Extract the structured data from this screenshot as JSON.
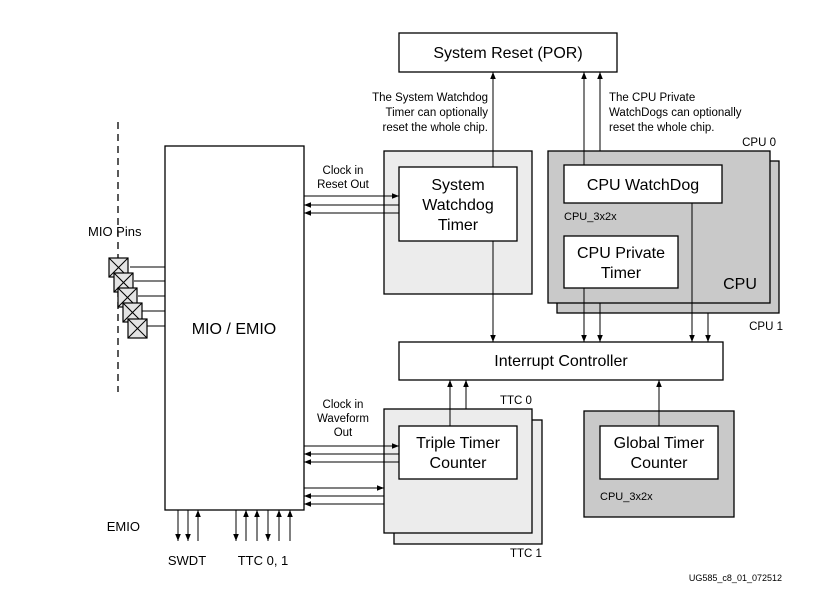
{
  "blocks": {
    "system_reset": "System Reset (POR)",
    "swdt_line1": "System",
    "swdt_line2": "Watchdog",
    "swdt_line3": "Timer",
    "cpu_watchdog": "CPU WatchDog",
    "cpu_private_line1": "CPU Private",
    "cpu_private_line2": "Timer",
    "cpu": "CPU",
    "interrupt_controller": "Interrupt Controller",
    "ttc_line1": "Triple Timer",
    "ttc_line2": "Counter",
    "global_timer_line1": "Global Timer",
    "global_timer_line2": "Counter",
    "mio_emio": "MIO / EMIO"
  },
  "labels": {
    "cpu0": "CPU 0",
    "cpu1": "CPU 1",
    "cpu_clock_1": "CPU_3x2x",
    "cpu_clock_2": "CPU_3x2x",
    "ttc0": "TTC 0",
    "ttc1": "TTC 1",
    "mio_pins": "MIO Pins",
    "emio": "EMIO",
    "swdt": "SWDT",
    "ttc01": "TTC 0, 1",
    "clock_in_reset_out_1": "Clock in",
    "clock_in_reset_out_2": "Reset Out",
    "clock_in_waveform_1": "Clock in",
    "clock_in_waveform_2": "Waveform",
    "clock_in_waveform_3": "Out",
    "figure_id": "UG585_c8_01_072512"
  },
  "notes": {
    "swdt_note_1": "The System Watchdog",
    "swdt_note_2": "Timer can optionally",
    "swdt_note_3": "reset the whole chip.",
    "cpu_note_1": "The CPU Private",
    "cpu_note_2": "WatchDogs can optionally",
    "cpu_note_3": "reset the whole chip."
  }
}
